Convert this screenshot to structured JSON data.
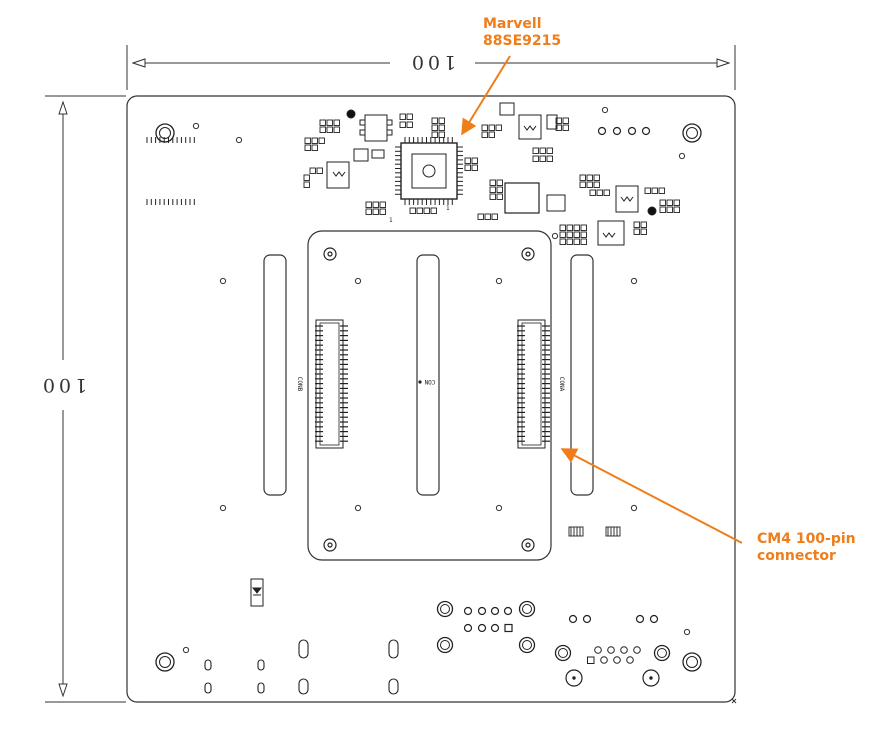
{
  "dimensions": {
    "top_label": "100",
    "left_label": "100"
  },
  "callouts": {
    "chip_line1": "Marvell",
    "chip_line2": "88SE9215",
    "connector_line1": "CM4 100-pin",
    "connector_line2": "connector"
  },
  "silkscreen": {
    "con_left": "CONB",
    "con_mid": "CON",
    "con_right": "CONA",
    "chip_pin1": "1",
    "pin_marker": "1"
  },
  "colors": {
    "accent": "#ef7d1a",
    "line": "#333333"
  },
  "icons": {
    "diode": "diode-symbol-icon"
  }
}
